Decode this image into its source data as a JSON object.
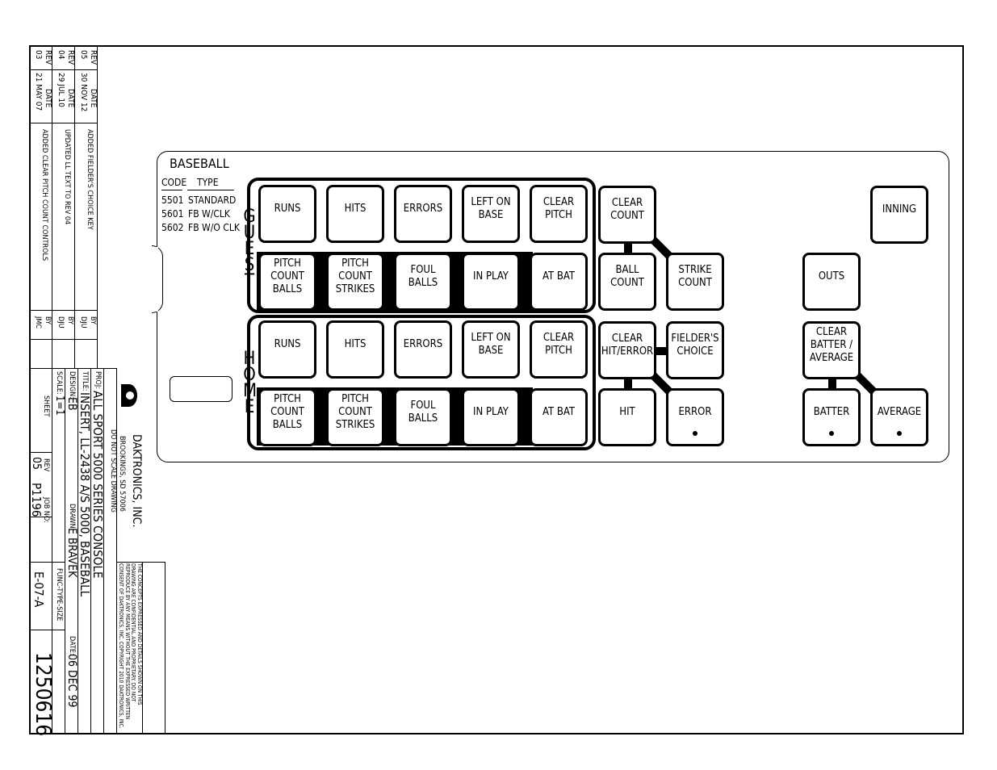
{
  "panel": {
    "heading": "BASEBALL",
    "code_header": "CODE",
    "type_header": "TYPE",
    "codes": [
      {
        "code": "5501",
        "type": "STANDARD"
      },
      {
        "code": "5601",
        "type": "FB W/CLK"
      },
      {
        "code": "5602",
        "type": "FB W/O CLK"
      }
    ],
    "guest_letters": [
      "G",
      "U",
      "E",
      "S",
      "T"
    ],
    "home_letters": [
      "H",
      "O",
      "M",
      "E"
    ],
    "guest_keys": [
      "RUNS",
      "HITS",
      "ERRORS",
      "LEFT ON\nBASE",
      "CLEAR\nPITCH",
      "PITCH\nCOUNT\nBALLS",
      "PITCH\nCOUNT\nSTRIKES",
      "FOUL\nBALLS",
      "IN PLAY",
      "AT BAT"
    ],
    "home_keys": [
      "RUNS",
      "HITS",
      "ERRORS",
      "LEFT ON\nBASE",
      "CLEAR\nPITCH",
      "PITCH\nCOUNT\nBALLS",
      "PITCH\nCOUNT\nSTRIKES",
      "FOUL\nBALLS",
      "IN PLAY",
      "AT BAT"
    ],
    "count_keys": {
      "clear_count": "CLEAR\nCOUNT",
      "ball_count": "BALL\nCOUNT",
      "strike_count": "STRIKE\nCOUNT"
    },
    "hit_keys": {
      "clear_hit_error": "CLEAR\nHIT/ERROR",
      "fielders_choice": "FIELDER'S\nCHOICE",
      "hit": "HIT",
      "error": "ERROR"
    },
    "batter_keys": {
      "inning": "INNING",
      "outs": "OUTS",
      "clear_batter_average": "CLEAR\nBATTER /\nAVERAGE",
      "batter": "BATTER",
      "average": "AVERAGE"
    }
  },
  "revisions": {
    "headers": {
      "rev": "REV",
      "date": "DATE",
      "by": "BY"
    },
    "rows": [
      {
        "rev": "05",
        "date": "30 NOV 12",
        "desc": "ADDED FIELDER'S CHOICE KEY",
        "by": "DJU"
      },
      {
        "rev": "04",
        "date": "29 JUL 10",
        "desc": "UPDATED LL TEXT TO REV 04",
        "by": "DJU"
      },
      {
        "rev": "03",
        "date": "21 MAY 07",
        "desc": "ADDED CLEAR PITCH COUNT CONTROLS",
        "by": "JMC"
      }
    ]
  },
  "title_block": {
    "company": "DAKTRONICS, INC.",
    "city": "BROOKINGS, SD  57006",
    "do_not_scale": "DO NOT SCALE DRAWING",
    "proj_label": "PROJ:",
    "proj": "ALL SPORT 5000 SERIES CONSOLE",
    "title_label": "TITLE:",
    "title": "INSERT, LL-2438 A/S 5000, BASEBALL",
    "design_label": "DESIGN:",
    "design": "EB",
    "drawn_label": "DRAWN:",
    "drawn": "E BRAVEK",
    "date_label": "DATE:",
    "date": "06 DEC 99",
    "scale_label": "SCALE:",
    "scale": "1=1",
    "sheet_label": "SHEET",
    "rev_label": "REV",
    "rev": "05",
    "job_label": "JOB NO:",
    "job": "P1196",
    "func_label": "FUNC-TYPE-SIZE",
    "func": "E-07-A",
    "drawing_no": "1250616",
    "confidential": "THE CONCEPTS EXPRESSED AND DETAILS SHOWN ON THIS DRAWING ARE CONFIDENTIAL AND PROPRIETARY. DO NOT REPRODUCE BY ANY MEANS WITHOUT THE EXPRESSED WRITTEN CONSENT OF DAKTRONICS, INC. COPYRIGHT 2010 DAKTRONICS, INC."
  }
}
